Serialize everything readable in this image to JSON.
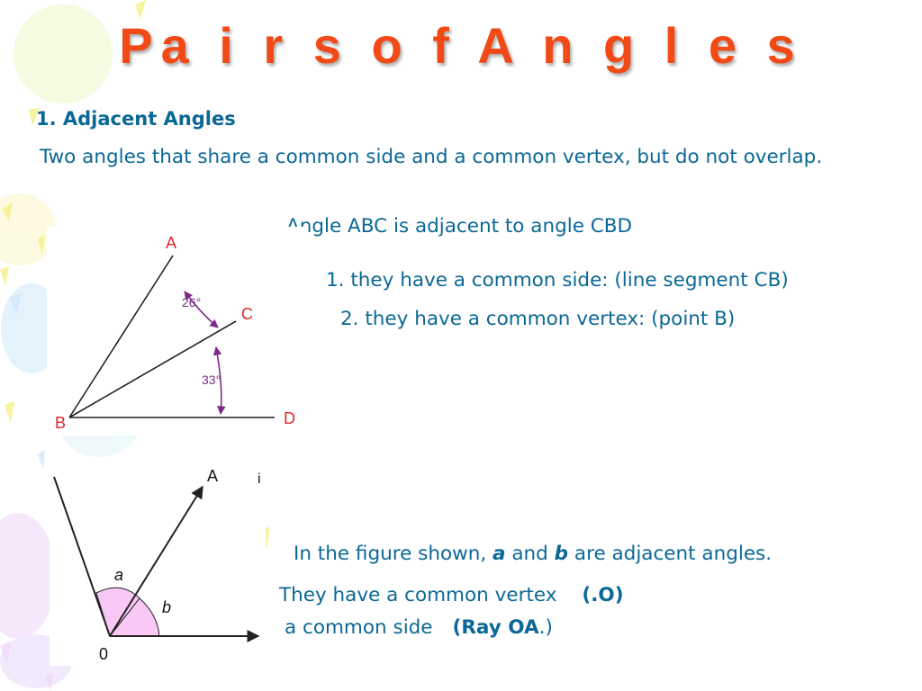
{
  "slide": {
    "title": "Pa i r s  o f  A n g l e s",
    "heading": "1. Adjacent Angles",
    "definition": "Two angles that share a common side and a common vertex, but do not overlap.",
    "abc_statement": "Angle ABC is adjacent to angle CBD",
    "point1": "1. they have a common side: (line segment CB)",
    "point2": "2. they have a common vertex: (point B)",
    "fig2_line1": {
      "prefix": "In the figure shown, ",
      "a": "a",
      "and": " and ",
      "b": "b",
      "suffix": " are  adjacent angles."
    },
    "fig2_line2": {
      "text": "They have a common vertex",
      "bold": "(.O)"
    },
    "fig2_line3": {
      "text": "a common side",
      "bold": "(Ray OA",
      "end": ".)"
    }
  },
  "figure1": {
    "labels": {
      "A": "A",
      "B": "B",
      "C": "C",
      "D": "D"
    },
    "angle1": "26°",
    "angle2": "33°",
    "label_color": "#e0262b",
    "arrow_color": "#7b2a86"
  },
  "figure2": {
    "labels": {
      "A": "A",
      "O": "0",
      "a": "a",
      "b": "b",
      "edge": "i"
    },
    "fill_color": "#f9c8f5"
  },
  "colors": {
    "title": "#f24a16",
    "text": "#0b6896"
  }
}
